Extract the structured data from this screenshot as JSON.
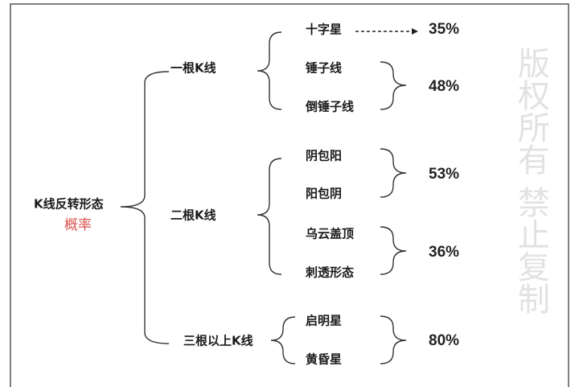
{
  "root": {
    "label": "K线反转形态",
    "sublabel": "概率"
  },
  "groups": [
    {
      "label": "一根K线",
      "items": [
        "十字星",
        "锤子线",
        "倒锤子线"
      ]
    },
    {
      "label": "二根K线",
      "items": [
        "阴包阳",
        "阳包阴",
        "乌云盖顶",
        "刺透形态"
      ]
    },
    {
      "label": "三根以上K线",
      "items": [
        "启明星",
        "黄昏星"
      ]
    }
  ],
  "probabilities": {
    "doji": "35%",
    "hammer_pair": "48%",
    "engulfing_pair": "53%",
    "cloud_piercing_pair": "36%",
    "star_pair": "80%"
  },
  "watermark": "版权所有 禁止复制",
  "colors": {
    "sublabel": "#d9534f",
    "watermark": "#e2e2e2"
  }
}
